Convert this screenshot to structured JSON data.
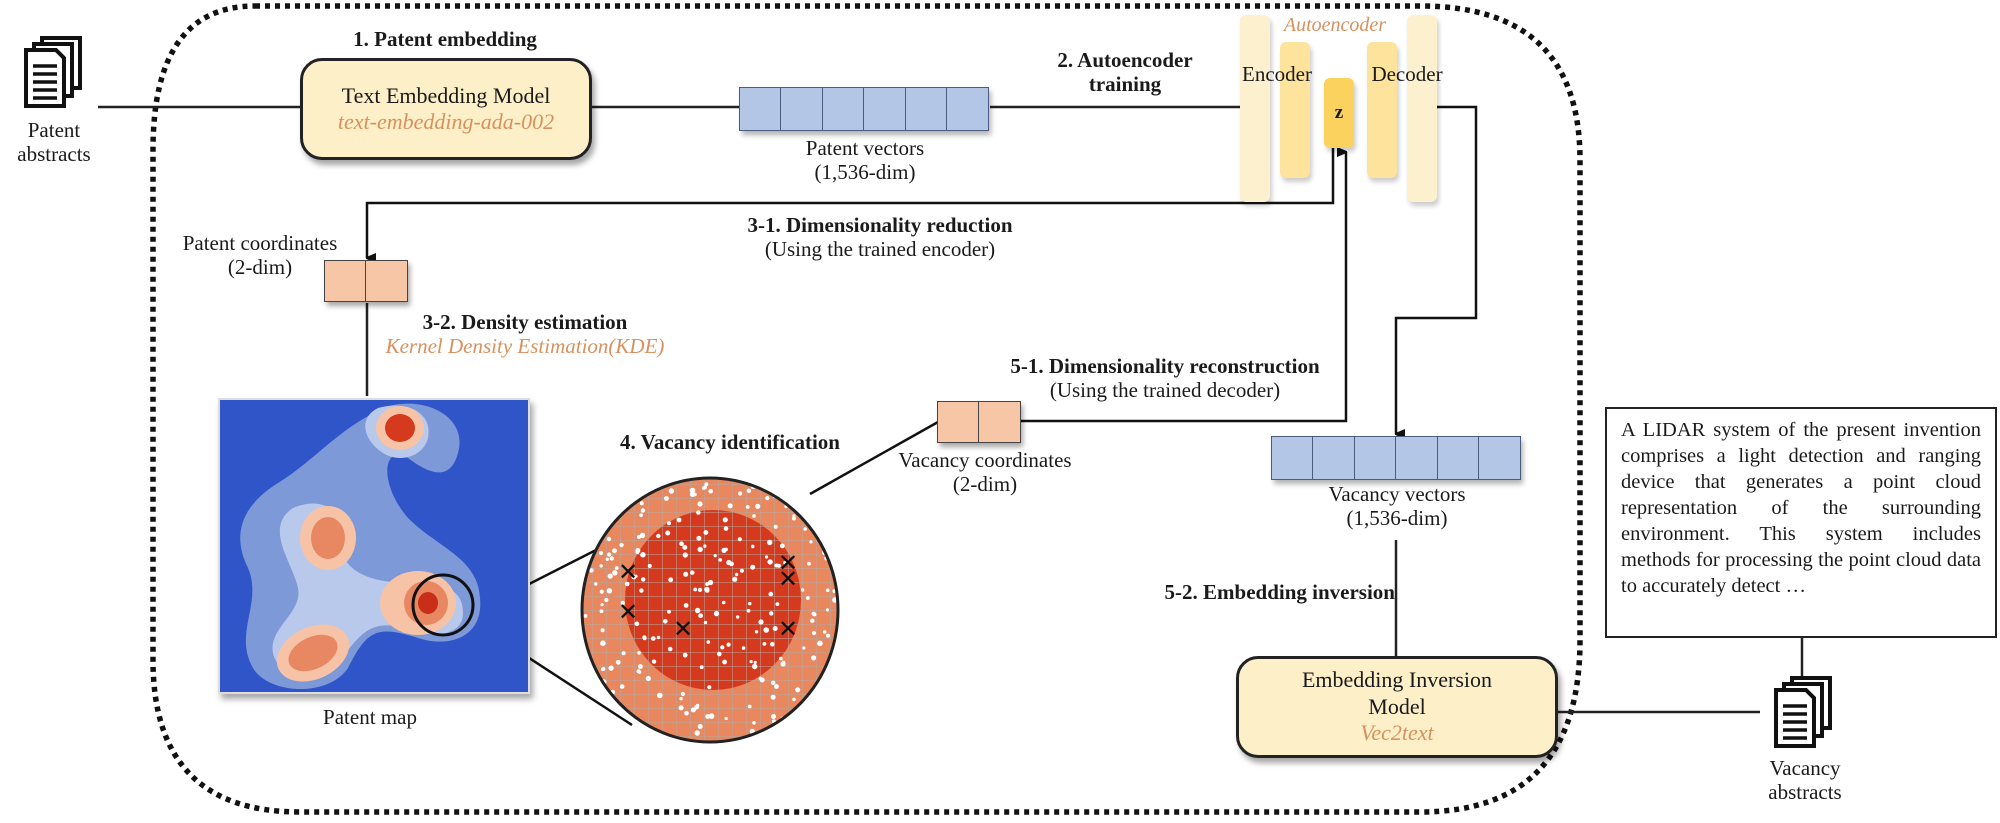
{
  "inputs": {
    "patent_abstracts_label_1": "Patent",
    "patent_abstracts_label_2": "abstracts"
  },
  "steps": {
    "s1": "1. Patent embedding",
    "s2_line1": "2. Autoencoder",
    "s2_line2": "training",
    "s31": "3-1. Dimensionality reduction",
    "s31_sub": "(Using the trained encoder)",
    "s32": "3-2. Density estimation",
    "s32_sub": "Kernel Density Estimation(KDE)",
    "s4": "4. Vacancy identification",
    "s51": "5-1. Dimensionality reconstruction",
    "s51_sub": "(Using the trained decoder)",
    "s52": "5-2. Embedding inversion"
  },
  "text_embedding_model": {
    "title": "Text Embedding Model",
    "model": "text-embedding-ada-002"
  },
  "patent_vectors": {
    "label": "Patent vectors",
    "dim": "(1,536-dim)",
    "cells": 6
  },
  "autoencoder": {
    "title": "Autoencoder",
    "encoder": "Encoder",
    "decoder": "Decoder",
    "latent": "z"
  },
  "patent_coordinates": {
    "label": "Patent coordinates",
    "dim": "(2-dim)",
    "cells": 2
  },
  "patent_map": {
    "label": "Patent map"
  },
  "vacancy_coordinates": {
    "label": "Vacancy coordinates",
    "dim": "(2-dim)",
    "cells": 2
  },
  "vacancy_vectors": {
    "label": "Vacancy vectors",
    "dim": "(1,536-dim)",
    "cells": 6
  },
  "embedding_inversion_model": {
    "title_line1": "Embedding Inversion",
    "title_line2": "Model",
    "model": "Vec2text"
  },
  "generated_abstract": {
    "text": "A LIDAR system of the present invention comprises a light detection and ranging device that generates a point cloud representation of the surrounding environment. This system includes methods for processing the point cloud data to accurately detect …"
  },
  "outputs": {
    "vacancy_abstracts_label_1": "Vacancy",
    "vacancy_abstracts_label_2": "abstracts"
  },
  "icons": {
    "document_stack": "document-stack-icon",
    "vacancy_marker": "x-mark-icon"
  },
  "colors": {
    "accent_orange": "#d8915e",
    "model_box_fill": "#fdefc8",
    "vector_fill": "#b3c6e6",
    "coordinate_fill": "#f6c6a6",
    "map_background": "#2f55c8",
    "density_high": "#d63a1e"
  }
}
